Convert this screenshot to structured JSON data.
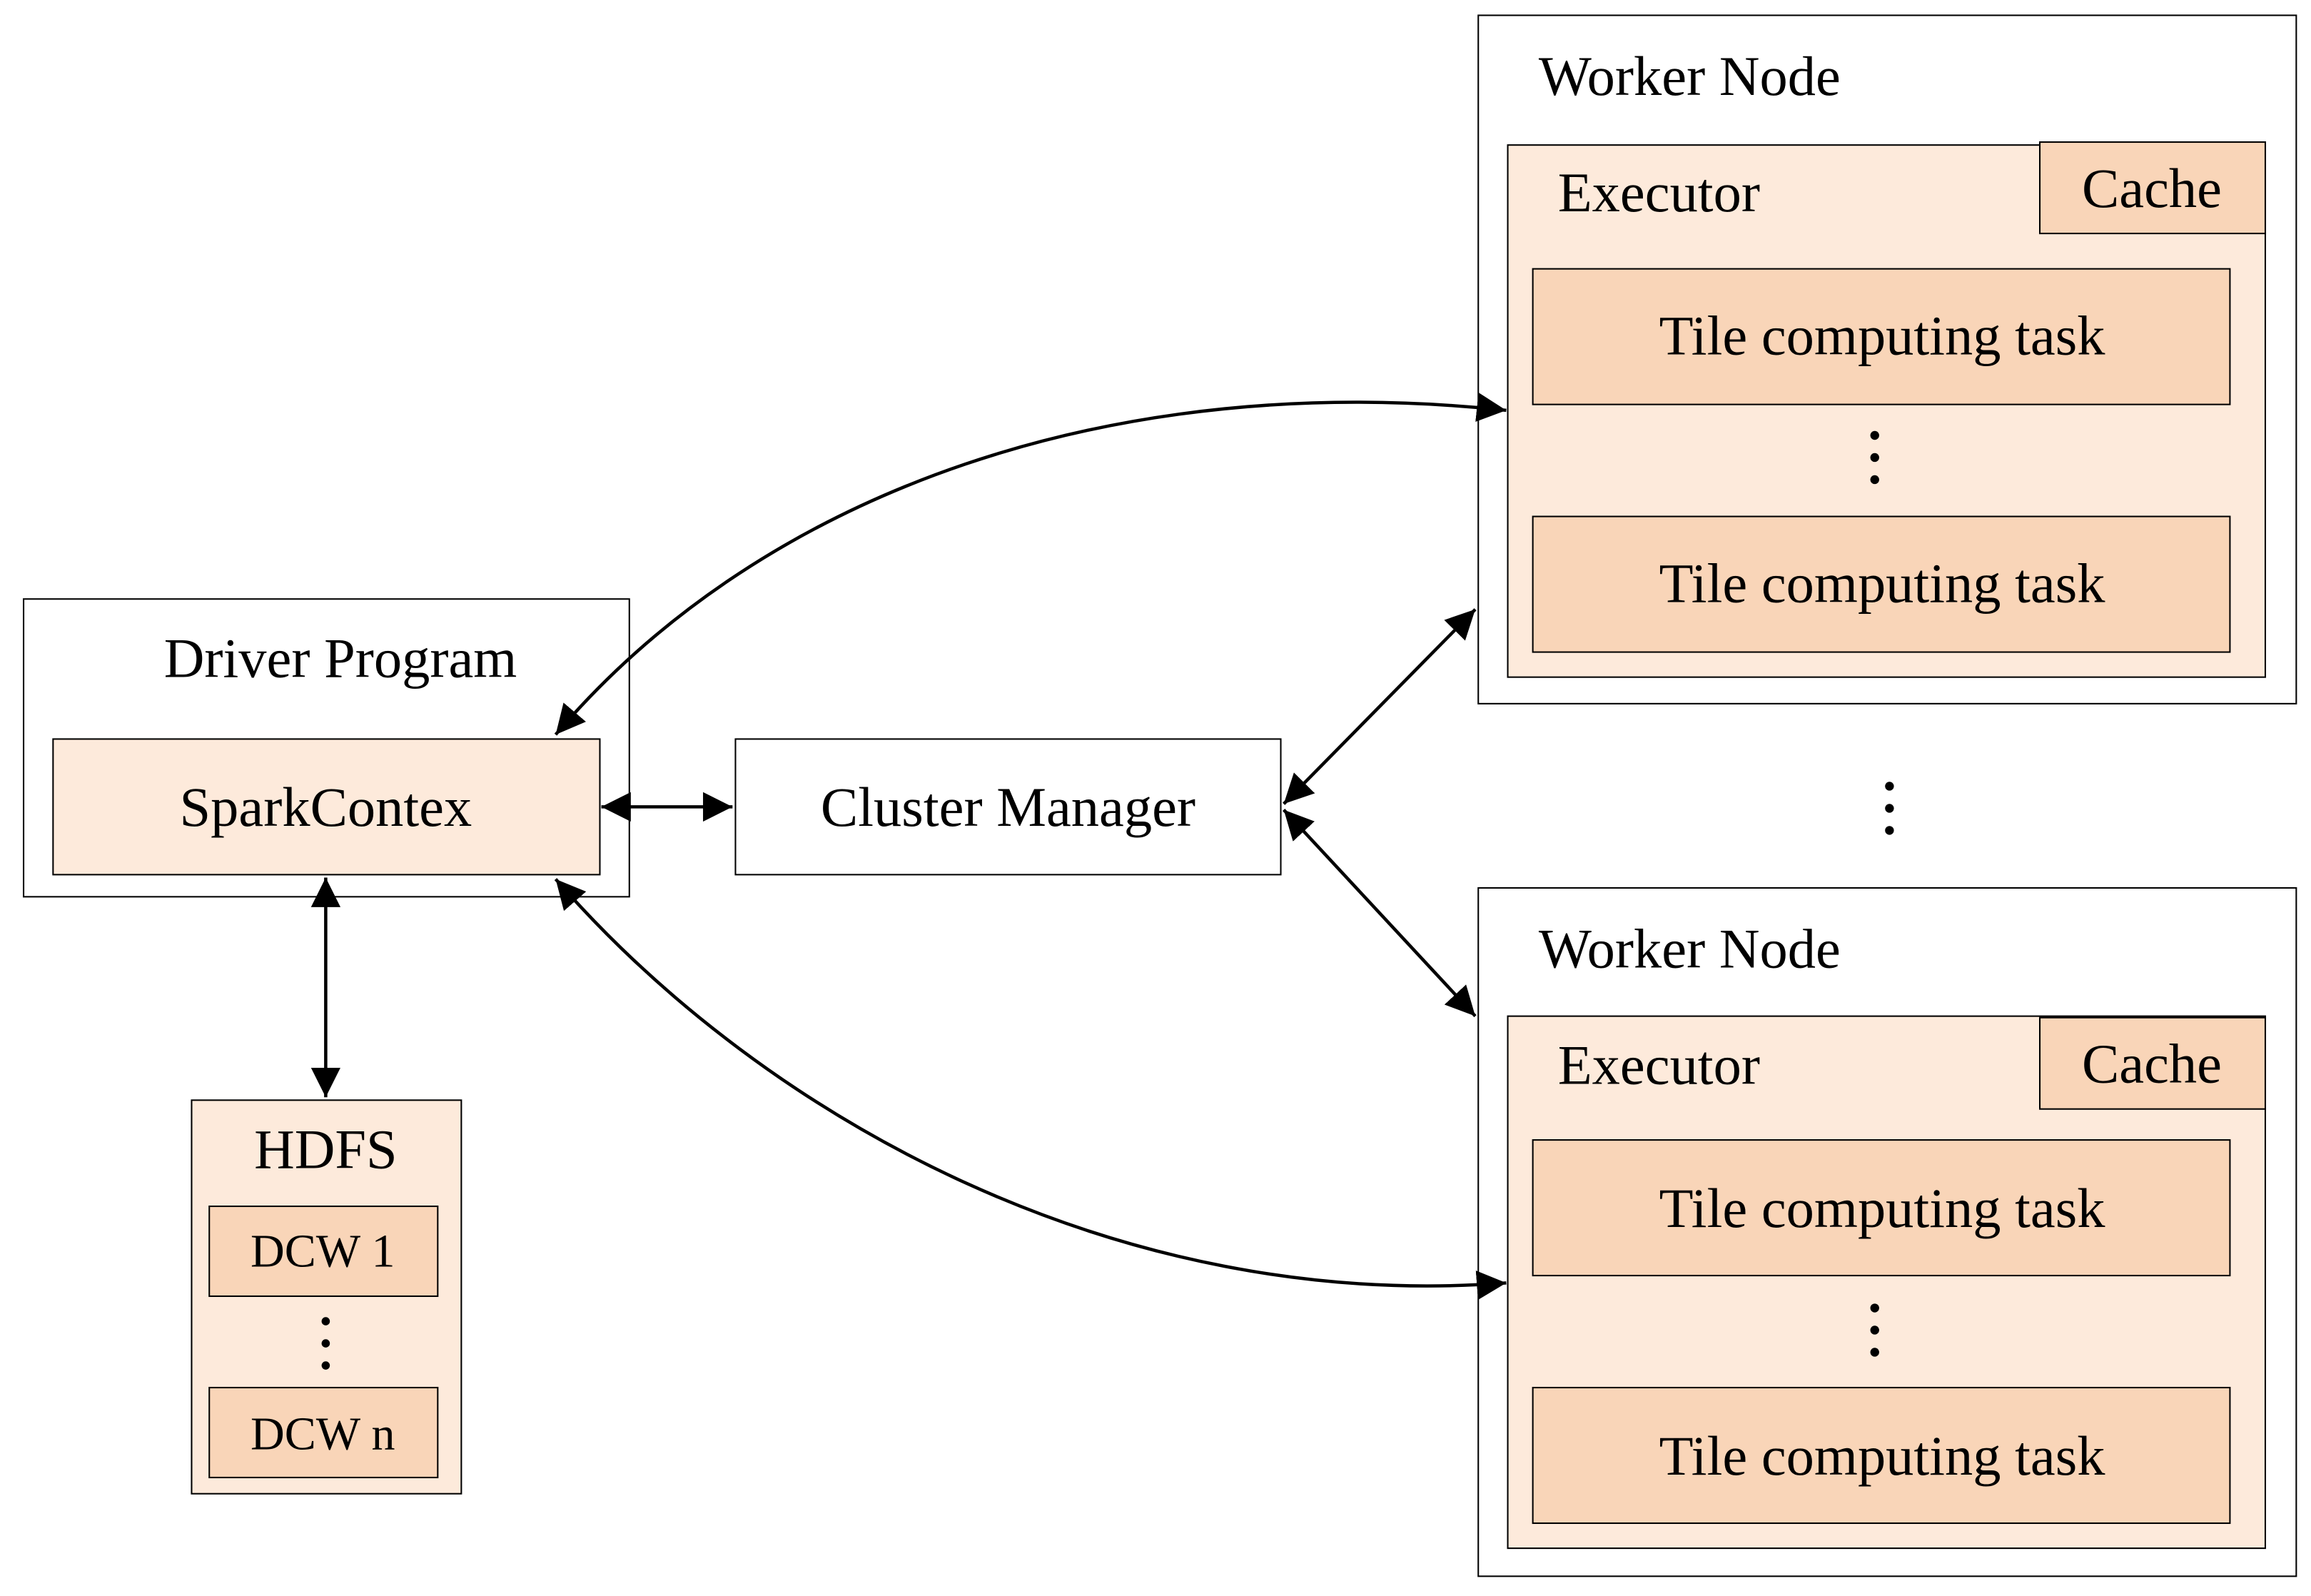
{
  "driver": {
    "title": "Driver Program",
    "spark_context": "SparkContex"
  },
  "hdfs": {
    "title": "HDFS",
    "items": [
      "DCW 1",
      "DCW n"
    ]
  },
  "cluster_manager": {
    "label": "Cluster Manager"
  },
  "workers": [
    {
      "title": "Worker Node",
      "executor": "Executor",
      "cache": "Cache",
      "tasks": [
        "Tile computing task",
        "Tile computing task"
      ]
    },
    {
      "title": "Worker Node",
      "executor": "Executor",
      "cache": "Cache",
      "tasks": [
        "Tile computing task",
        "Tile computing task"
      ]
    }
  ],
  "colors": {
    "light_fill": "#fdeadb",
    "task_fill": "#f9d5b8",
    "stroke": "#000000",
    "background": "#ffffff"
  }
}
